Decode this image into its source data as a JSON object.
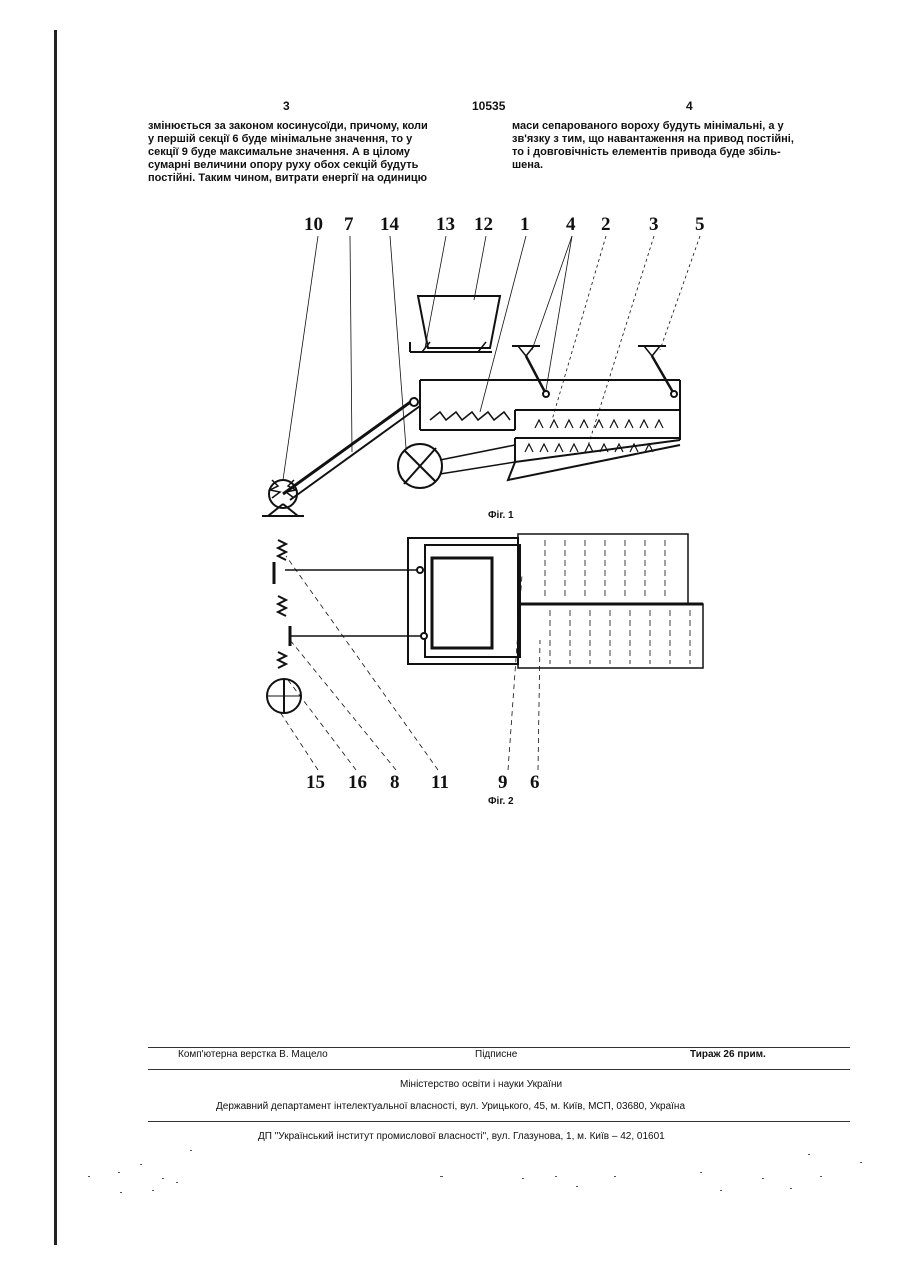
{
  "header": {
    "page_left": "3",
    "doc_number": "10535",
    "page_right": "4"
  },
  "body_text": {
    "left": "змінюється за законом косинусоїди, причому, коли\nу першій секції 6 буде мінімальне значення, то у\nсекції 9 буде максимальне значення. А в цілому\nсумарні величини опору руху обох секцій будуть\nпостійні. Таким чином, витрати енергії на одиницю",
    "right": "маси сепарованого вороху будуть мінімальні, а у\nзв'язку з тим, що навантаження на привод постійні,\nто і довговічність елементів привода буде збіль-\nшена."
  },
  "figure1": {
    "caption": "Фіг. 1",
    "labels": [
      "10",
      "7",
      "14",
      "13",
      "12",
      "1",
      "4",
      "2",
      "3",
      "5"
    ]
  },
  "figure2": {
    "caption": "Фіг. 2",
    "labels": [
      "15",
      "16",
      "8",
      "11",
      "9",
      "6"
    ]
  },
  "footer": {
    "typesetting": "Комп'ютерна верстка В. Мацело",
    "signed": "Підписне",
    "circulation": "Тираж 26 прим.",
    "ministry": "Міністерство освіти і науки України",
    "department": "Державний департамент інтелектуальної власності, вул. Урицького, 45, м. Київ, МСП, 03680, Україна",
    "institute": "ДП \"Український інститут промислової власності\", вул. Глазунова, 1, м. Київ – 42, 01601"
  }
}
